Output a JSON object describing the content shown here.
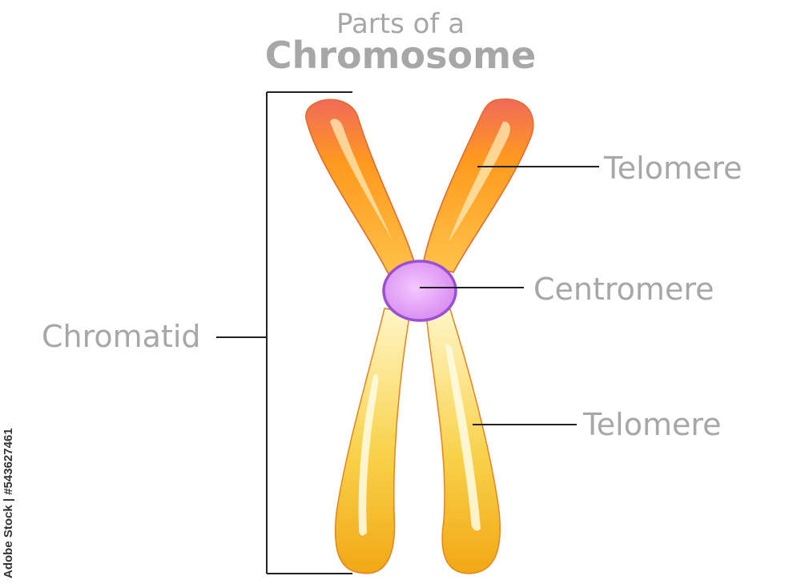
{
  "title": {
    "line1": "Parts of a",
    "line2": "Chromosome"
  },
  "labels": {
    "telomere_top": "Telomere",
    "centromere": "Centromere",
    "chromatid": "Chromatid",
    "telomere_bottom": "Telomere"
  },
  "watermark": {
    "stock_id": "Adobe Stock | #543627461"
  },
  "colors": {
    "label_text": "#a7a7a7",
    "upper_arm_tip": "#f06a5a",
    "upper_arm_mid": "#ff9a1e",
    "lower_arm_light": "#fff6c8",
    "lower_arm_dark": "#f2b418",
    "centromere_fill": "#d78af0",
    "centromere_stroke": "#9a4fd4",
    "leader_line": "#222222"
  }
}
